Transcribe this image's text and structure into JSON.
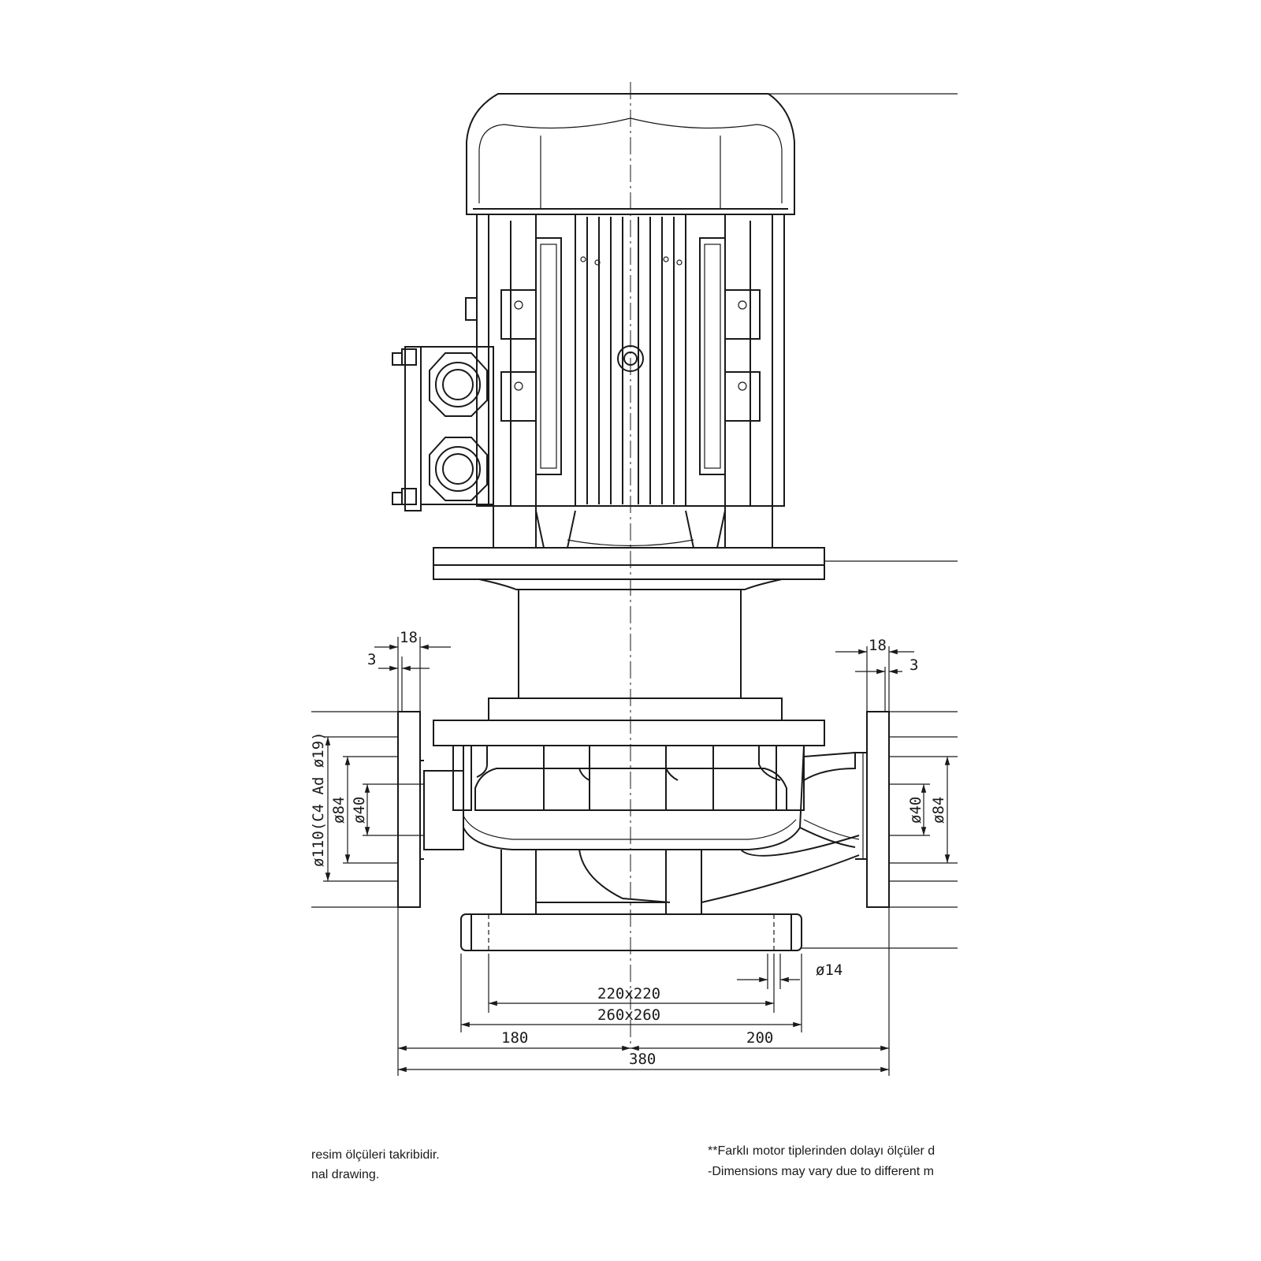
{
  "dimensions": {
    "flange_thickness_left": "18",
    "flange_gap_left": "3",
    "flange_thickness_right": "18",
    "flange_gap_right": "3",
    "bolt_circle_left": "ø110(C4 Ad ø19)",
    "raised_face_left": "ø84",
    "bore_left": "ø40",
    "bore_right": "ø40",
    "raised_face_right": "ø84",
    "base_hole": "ø14",
    "base_hole_pattern": "220x220",
    "base_plate": "260x260",
    "left_offset": "180",
    "right_offset": "200",
    "overall_length": "380"
  },
  "notes": {
    "left_line1": "resim ölçüleri takribidir.",
    "left_line2": "nal drawing.",
    "right_line1": "**Farklı motor tiplerinden dolayı ölçüler d",
    "right_line2": "-Dimensions may vary due to different m"
  }
}
